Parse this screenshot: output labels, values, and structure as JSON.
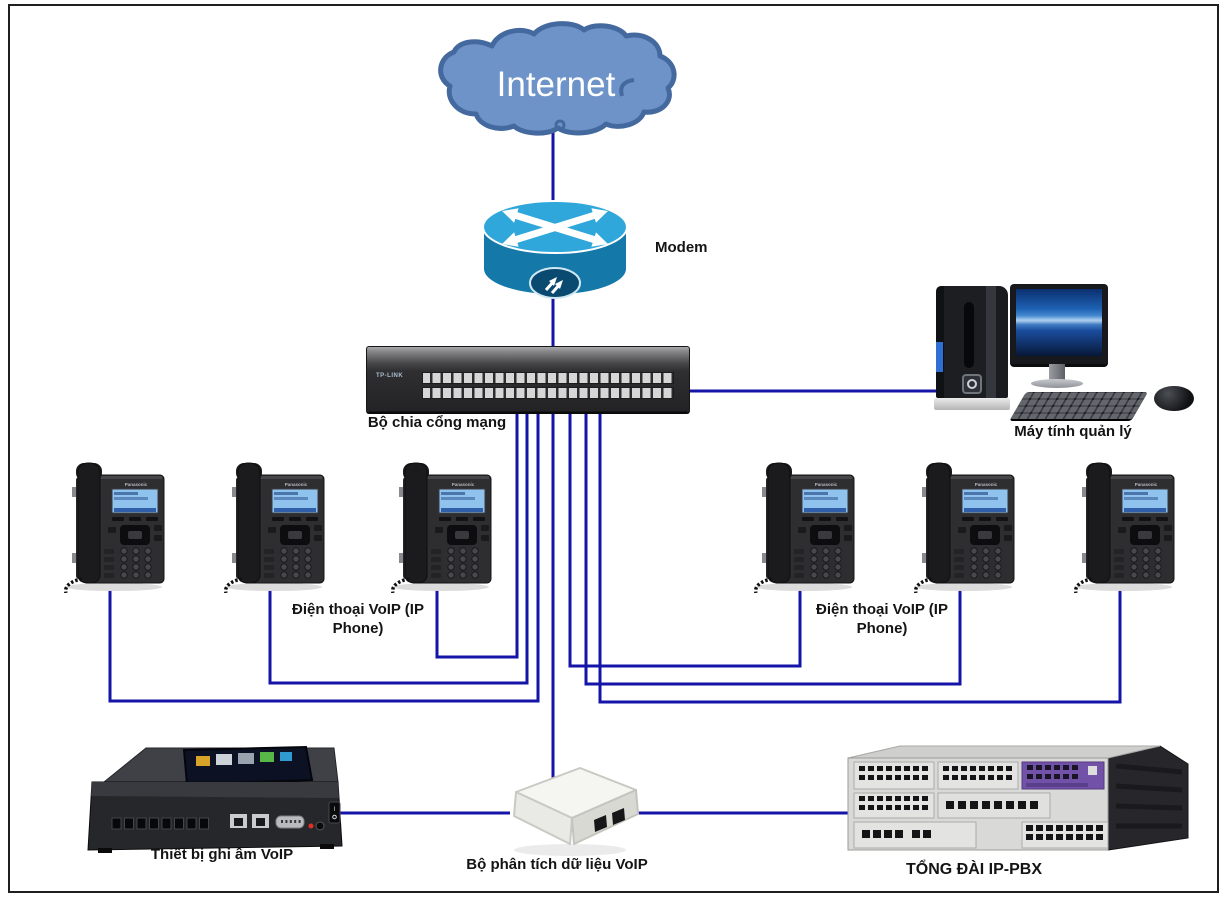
{
  "diagram": {
    "internet": {
      "label": "Internet"
    },
    "modem": {
      "label": "Modem"
    },
    "switch": {
      "label": "Bộ chia cổng mạng",
      "brand": "TP-LINK"
    },
    "computer": {
      "label": "Máy tính quản lý"
    },
    "phones_left": {
      "label": "Điện thoại VoIP (IP Phone)"
    },
    "phones_right": {
      "label": "Điện thoại VoIP (IP Phone)"
    },
    "recorder": {
      "label": "Thiết bị ghi âm VoIP"
    },
    "analyzer": {
      "label": "Bộ phân tích dữ liệu VoIP"
    },
    "pbx": {
      "label": "TỔNG ĐÀI IP-PBX"
    },
    "phone_brand": "Panasonic",
    "phone_count": 6,
    "colors": {
      "connector": "#1414a8",
      "cloud_fill": "#6d93c9",
      "cloud_stroke": "#44699f",
      "modem_top": "#2fa7da",
      "modem_side": "#1478a8"
    }
  }
}
